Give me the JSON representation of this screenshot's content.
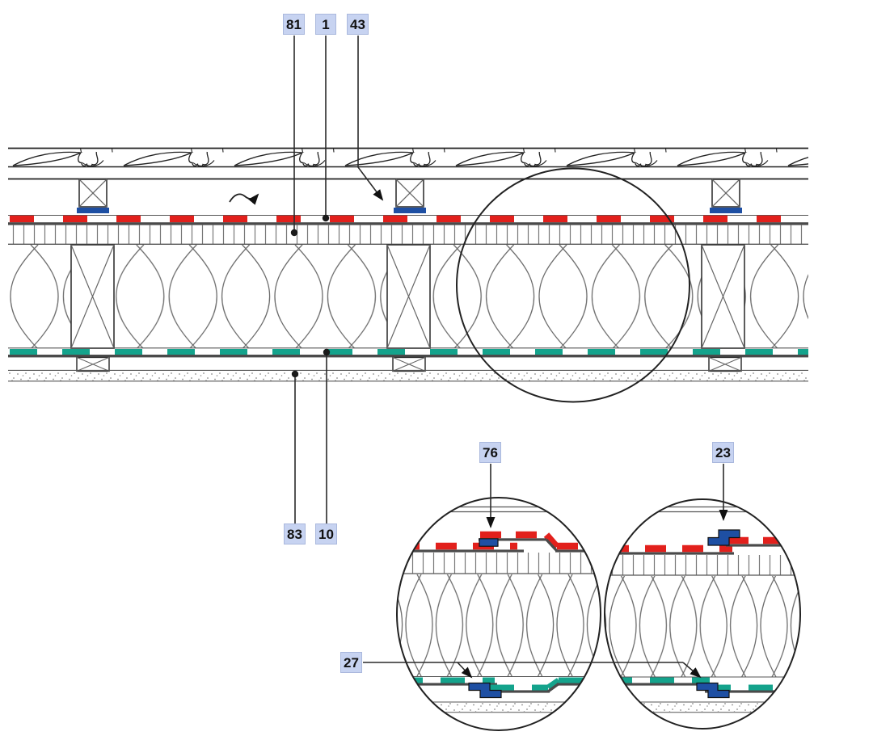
{
  "diagram_type": "roof-construction-cross-section",
  "callouts": [
    {
      "text": "81",
      "target": "wood-sheathing-layer"
    },
    {
      "text": "1",
      "target": "sarking-membrane-red"
    },
    {
      "text": "43",
      "target": "nail-sealing-tape-under-counter-batten"
    },
    {
      "text": "83",
      "target": "ceiling-board-layer"
    },
    {
      "text": "10",
      "target": "airtight-membrane-teal"
    },
    {
      "text": "76",
      "target": "seam-sealant-under-overlap-detail"
    },
    {
      "text": "23",
      "target": "seam-tape-over-overlap-detail"
    },
    {
      "text": "27",
      "target": "seam-tape-under-teal-membrane-detail"
    }
  ],
  "layers": [
    "roof-tiles",
    "tile-batten-line",
    "counter-batten",
    "nail-sealing-tape",
    "sarking-membrane-red",
    "wood-sheathing",
    "rafter",
    "insulation",
    "airtight-membrane-teal",
    "ceiling-batten",
    "ceiling-board"
  ],
  "colors": {
    "membrane_red": "#e2201c",
    "membrane_teal": "#14a38c",
    "sealant_blue": "#1e4fa3",
    "callout_bg": "#c7d3f1",
    "line_dark": "#1a1a1a",
    "line_gray": "#6b6b6b"
  },
  "symbols": [
    "airflow-squiggle-arrow",
    "detail-indicator-circle",
    "leader-dot",
    "leader-arrow"
  ]
}
